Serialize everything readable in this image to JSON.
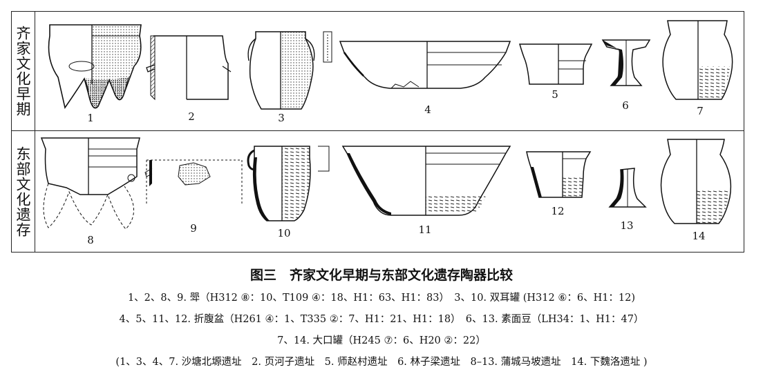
{
  "row_labels": {
    "top": "齐家文化早期",
    "bottom": "东部文化遗存"
  },
  "vessels": [
    {
      "num": "1"
    },
    {
      "num": "2"
    },
    {
      "num": "3"
    },
    {
      "num": "4"
    },
    {
      "num": "5"
    },
    {
      "num": "6"
    },
    {
      "num": "7"
    },
    {
      "num": "8"
    },
    {
      "num": "9"
    },
    {
      "num": "10"
    },
    {
      "num": "11"
    },
    {
      "num": "12"
    },
    {
      "num": "13"
    },
    {
      "num": "14"
    }
  ],
  "caption": {
    "title": "图三　齐家文化早期与东部文化遗存陶器比较",
    "line1": "1、2、8、9. 斝（H312 ⑧：10、T109 ④：18、H1：63、H1：83）　3、10. 双耳罐 (H312 ⑥：6、H1：12)",
    "line2": "4、5、11、12. 折腹盆（H261 ④：1、T335 ②：7、H1：21、H1：18）　6、13. 素面豆（LH34：1、H1：47）",
    "line3": "7、14. 大口罐（H245 ⑦：6、H20 ②：22）",
    "line4": "(1、3、4、7. 沙塘北塬遗址　2. 页河子遗址　5. 师赵村遗址　6. 林子梁遗址　8–13. 蒲城马坡遗址　14. 下魏洛遗址 )"
  },
  "colors": {
    "ink": "#111111",
    "frame": "#222222",
    "background": "#ffffff"
  }
}
